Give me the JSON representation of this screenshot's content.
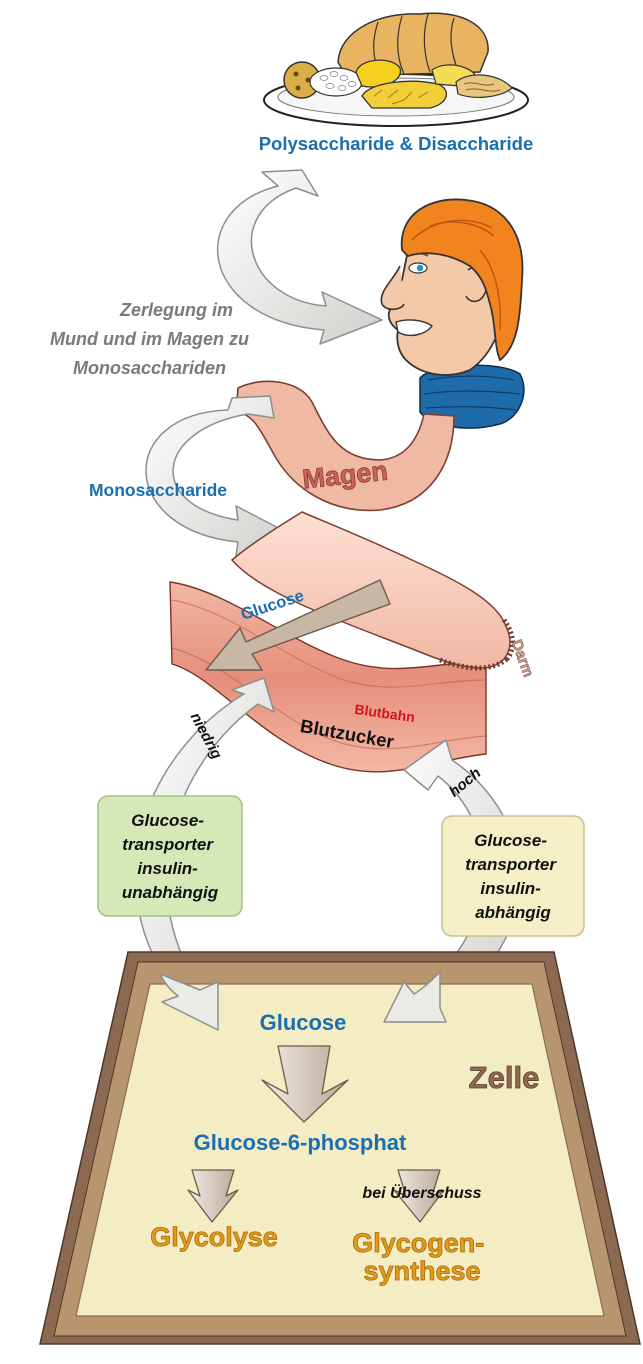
{
  "labels": {
    "food_title": "Polysaccharide & Disaccharide",
    "breakdown_line1": "Zerlegung im",
    "breakdown_line2": "Mund und im Magen zu",
    "breakdown_line3": "Monosacchariden",
    "monosaccharide": "Monosaccharide",
    "stomach": "Magen",
    "glucose_intestine": "Glucose",
    "intestine": "Darm",
    "bloodstream": "Blutbahn",
    "blood_sugar": "Blutzucker",
    "low": "niedrig",
    "high": "hoch",
    "cell": "Zelle",
    "cell_glucose": "Glucose",
    "glucose6p": "Glucose-6-phosphat",
    "excess": "bei Überschuss",
    "glycolysis": "Glycolyse",
    "glycogen_line1": "Glycogen-",
    "glycogen_line2": "synthese"
  },
  "transporter_independent": {
    "line1": "Glucose-",
    "line2": "transporter",
    "line3": "insulin-",
    "line4": "unabhängig"
  },
  "transporter_dependent": {
    "line1": "Glucose-",
    "line2": "transporter",
    "line3": "insulin-",
    "line4": "abhängig"
  },
  "colors": {
    "label_blue": "#1a6fb0",
    "stomach": "#efb9a3",
    "blood_vessel": "#e89c88",
    "cell_interior": "#f4edc4",
    "cell_border": "#8c6a52",
    "box_independent": "#d6e7b8",
    "box_dependent": "#f4efc6"
  }
}
